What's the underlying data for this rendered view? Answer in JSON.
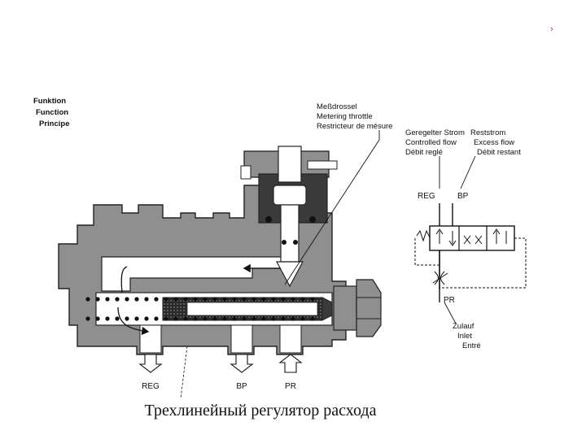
{
  "corner_mark": "›",
  "function_labels": [
    "Funktion",
    "Function",
    "Principe"
  ],
  "throttle_labels": [
    "Meßdrossel",
    "Metering throttle",
    "Restricteur de mésure"
  ],
  "controlled_flow_labels": [
    "Geregelter Strom",
    "Controlled flow",
    "Débit reglé"
  ],
  "excess_flow_labels": [
    "Reststrom",
    "Excess flow",
    "Débit restant"
  ],
  "schematic_ports": {
    "reg": "REG",
    "bp": "BP",
    "pr": "PR"
  },
  "inlet_labels": [
    "Zulauf",
    "Inlet",
    "Entré"
  ],
  "valve_ports": {
    "reg": "REG",
    "bp": "BP",
    "pr": "PR"
  },
  "caption": "Трехлинейный регулятор расхода",
  "colors": {
    "housing": "#8f8f8f",
    "dark": "#3a3a3a",
    "ink": "#111111"
  }
}
